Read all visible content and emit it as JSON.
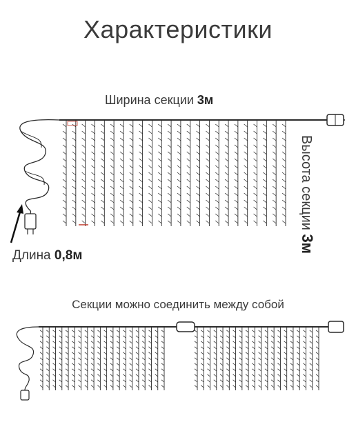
{
  "title": "Характеристики",
  "section_width": {
    "prefix": "Ширина секции ",
    "value": "3м"
  },
  "section_height": {
    "prefix": "Высота секции ",
    "value": "3м"
  },
  "cable_length": {
    "prefix": "Длина ",
    "value": "0,8м"
  },
  "join_note": "Секции можно соединить между собой",
  "colors": {
    "line": "#2a2a2a",
    "text": "#3a3a3a",
    "accent": "#c0392b"
  }
}
